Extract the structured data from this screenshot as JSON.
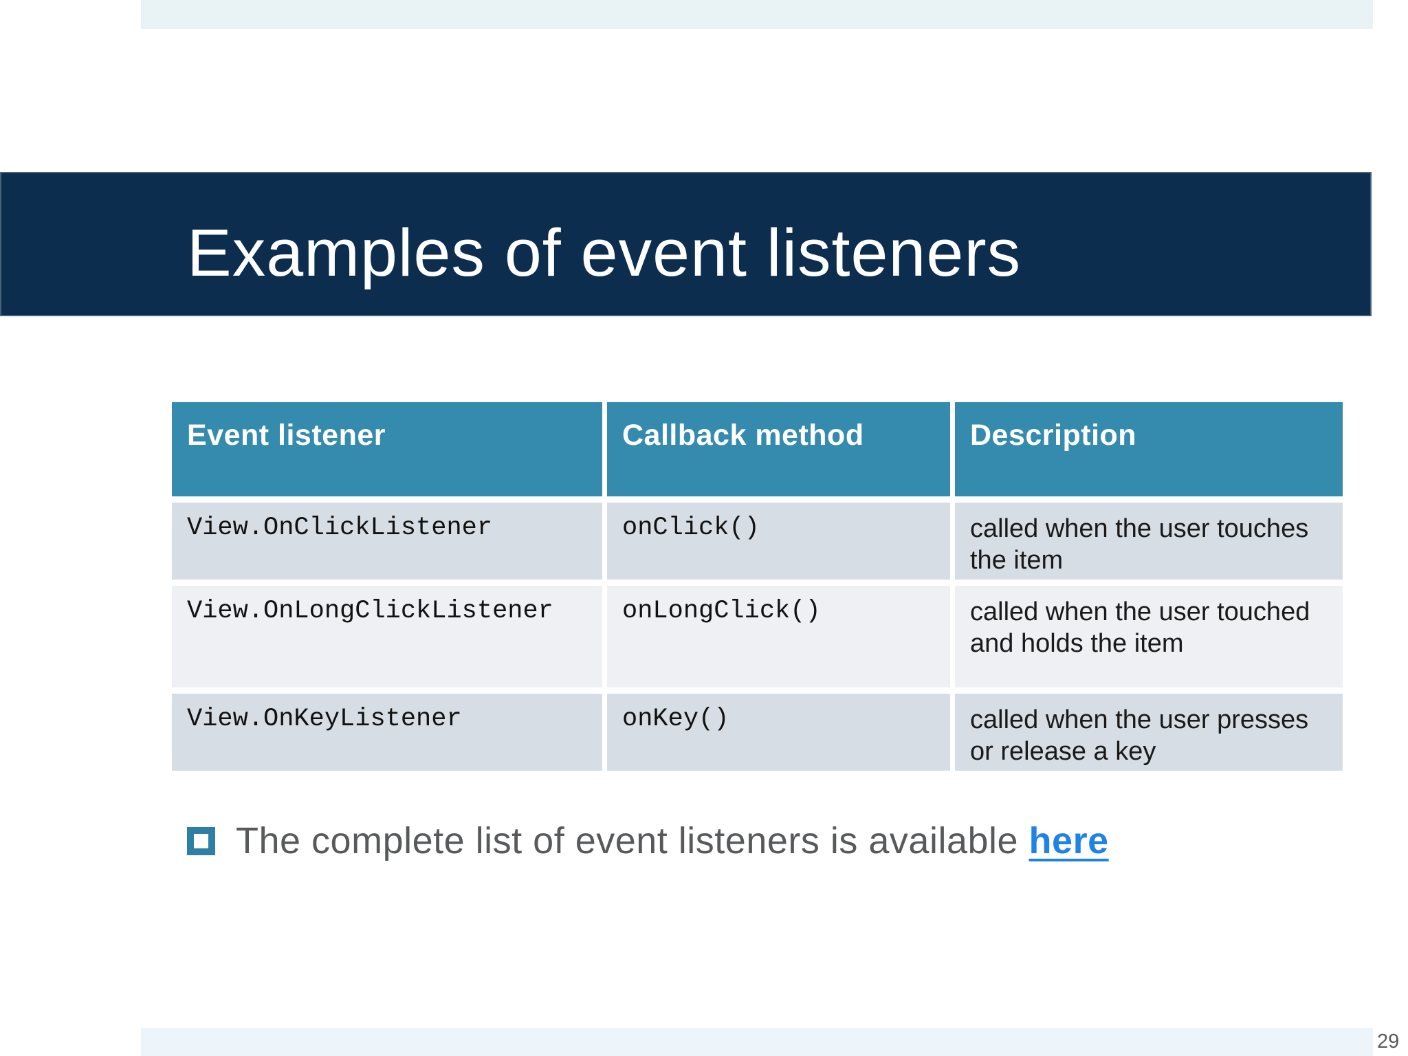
{
  "slide": {
    "title": "Examples of event listeners",
    "page_number": "29"
  },
  "table": {
    "headers": [
      "Event listener",
      "Callback method",
      "Description"
    ],
    "rows": [
      {
        "listener": "View.OnClickListener",
        "callback": "onClick()",
        "description": "called when the user touches the item"
      },
      {
        "listener": "View.OnLongClickListener",
        "callback": "onLongClick()",
        "description": "called when the user touched and holds the item"
      },
      {
        "listener": "View.OnKeyListener",
        "callback": "onKey()",
        "description": "called when the user presses or release a key"
      }
    ]
  },
  "note": {
    "text": "The complete list of event listeners is available ",
    "link_label": "here"
  },
  "colors": {
    "banner_bg": "#0d2d4e",
    "header_bg": "#358bad",
    "row_odd_bg": "#d7dde5",
    "row_even_bg": "#eef0f4",
    "top_bar": "#e9f2f5",
    "bottom_bar": "#edf4fa",
    "bullet_color": "#2e7fa3",
    "link_color": "#1e82e6",
    "note_text": "#58595b"
  }
}
